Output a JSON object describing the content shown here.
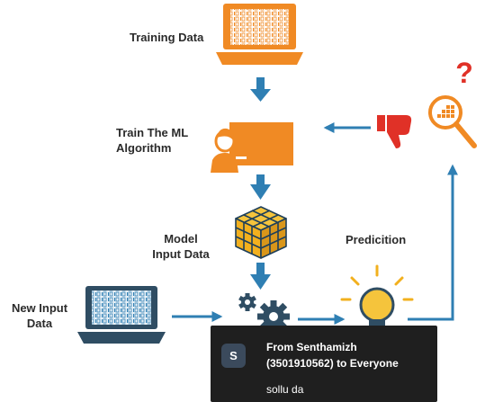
{
  "labels": {
    "training_data": "Training Data",
    "train_algorithm": [
      "Train The  ML",
      "Algorithm"
    ],
    "model_input": [
      "Model",
      "Input Data"
    ],
    "new_input": [
      "New Input",
      "Data"
    ],
    "prediction": "Predicition",
    "question_mark": "?"
  },
  "colors": {
    "orange": "#f08a24",
    "arrow_blue": "#2f7fb3",
    "thumb_red": "#e03127",
    "dark_slate": "#2f4d63",
    "cube_yellow": "#f2b01e",
    "toast_bg": "#1f1f1f"
  },
  "icons": [
    "laptop-icon",
    "presenter-icon",
    "cube-icon",
    "gear-icon",
    "lightbulb-icon",
    "thumbs-down-icon",
    "magnifier-icon",
    "question-icon"
  ],
  "chat": {
    "avatar_initial": "S",
    "sender": [
      "From Senthamizh",
      "(3501910562) to Everyone"
    ],
    "message": "sollu da"
  }
}
